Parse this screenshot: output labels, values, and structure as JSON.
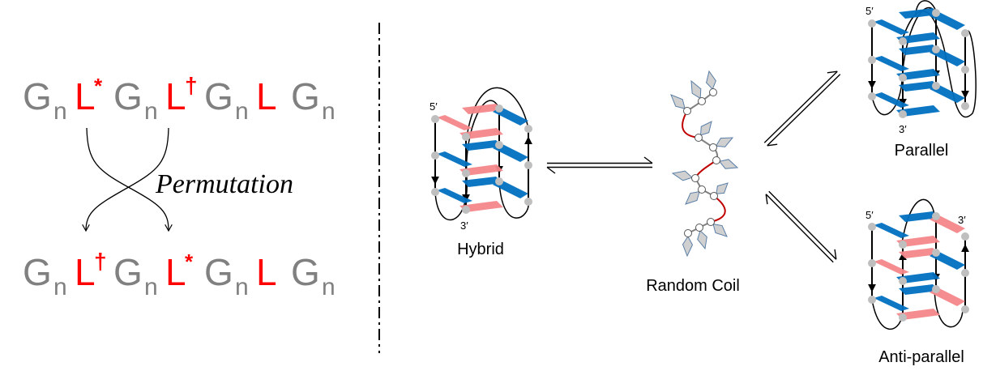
{
  "colors": {
    "guanine": "#808080",
    "loop": "#ff0000",
    "blue_tetrad": "#0070c0",
    "pink_tetrad": "#f4878a",
    "node": "#bfbfbf",
    "coil_red": "#c00000"
  },
  "sequence_top": [
    {
      "text": "G",
      "sub": "n"
    },
    {
      "text": "L",
      "mark": "*"
    },
    {
      "text": "G",
      "sub": "n"
    },
    {
      "text": "L",
      "mark": "†"
    },
    {
      "text": "G",
      "sub": "n"
    },
    {
      "text": "L",
      "mark": ""
    },
    {
      "text": "G",
      "sub": "n"
    }
  ],
  "sequence_bottom": [
    {
      "text": "G",
      "sub": "n"
    },
    {
      "text": "L",
      "mark": "†"
    },
    {
      "text": "G",
      "sub": "n"
    },
    {
      "text": "L",
      "mark": "*"
    },
    {
      "text": "G",
      "sub": "n"
    },
    {
      "text": "L",
      "mark": ""
    },
    {
      "text": "G",
      "sub": "n"
    }
  ],
  "permutation_label": "Permutation",
  "structures": {
    "hybrid": {
      "label": "Hybrid",
      "five_prime": "5′",
      "three_prime": "3′",
      "layers": [
        [
          "pink",
          "pink",
          "blue",
          "pink"
        ],
        [
          "blue",
          "blue",
          "blue",
          "pink"
        ],
        [
          "blue",
          "blue",
          "blue",
          "pink"
        ]
      ],
      "strands": [
        "down",
        "down",
        "down",
        "up"
      ]
    },
    "parallel": {
      "label": "Parallel",
      "five_prime": "5′",
      "three_prime": "3′",
      "layers": [
        [
          "blue",
          "blue",
          "blue",
          "blue"
        ],
        [
          "blue",
          "blue",
          "blue",
          "blue"
        ],
        [
          "blue",
          "blue",
          "blue",
          "blue"
        ]
      ],
      "strands": [
        "down",
        "down",
        "down",
        "down"
      ]
    },
    "antiparallel": {
      "label": "Anti-parallel",
      "five_prime": "5′",
      "three_prime": "3′",
      "layers": [
        [
          "blue",
          "blue",
          "pink",
          "pink"
        ],
        [
          "pink",
          "pink",
          "blue",
          "blue"
        ],
        [
          "blue",
          "blue",
          "pink",
          "pink"
        ]
      ],
      "strands": [
        "down",
        "up",
        "down",
        "up"
      ]
    }
  },
  "random_coil": {
    "label": "Random Coil"
  }
}
